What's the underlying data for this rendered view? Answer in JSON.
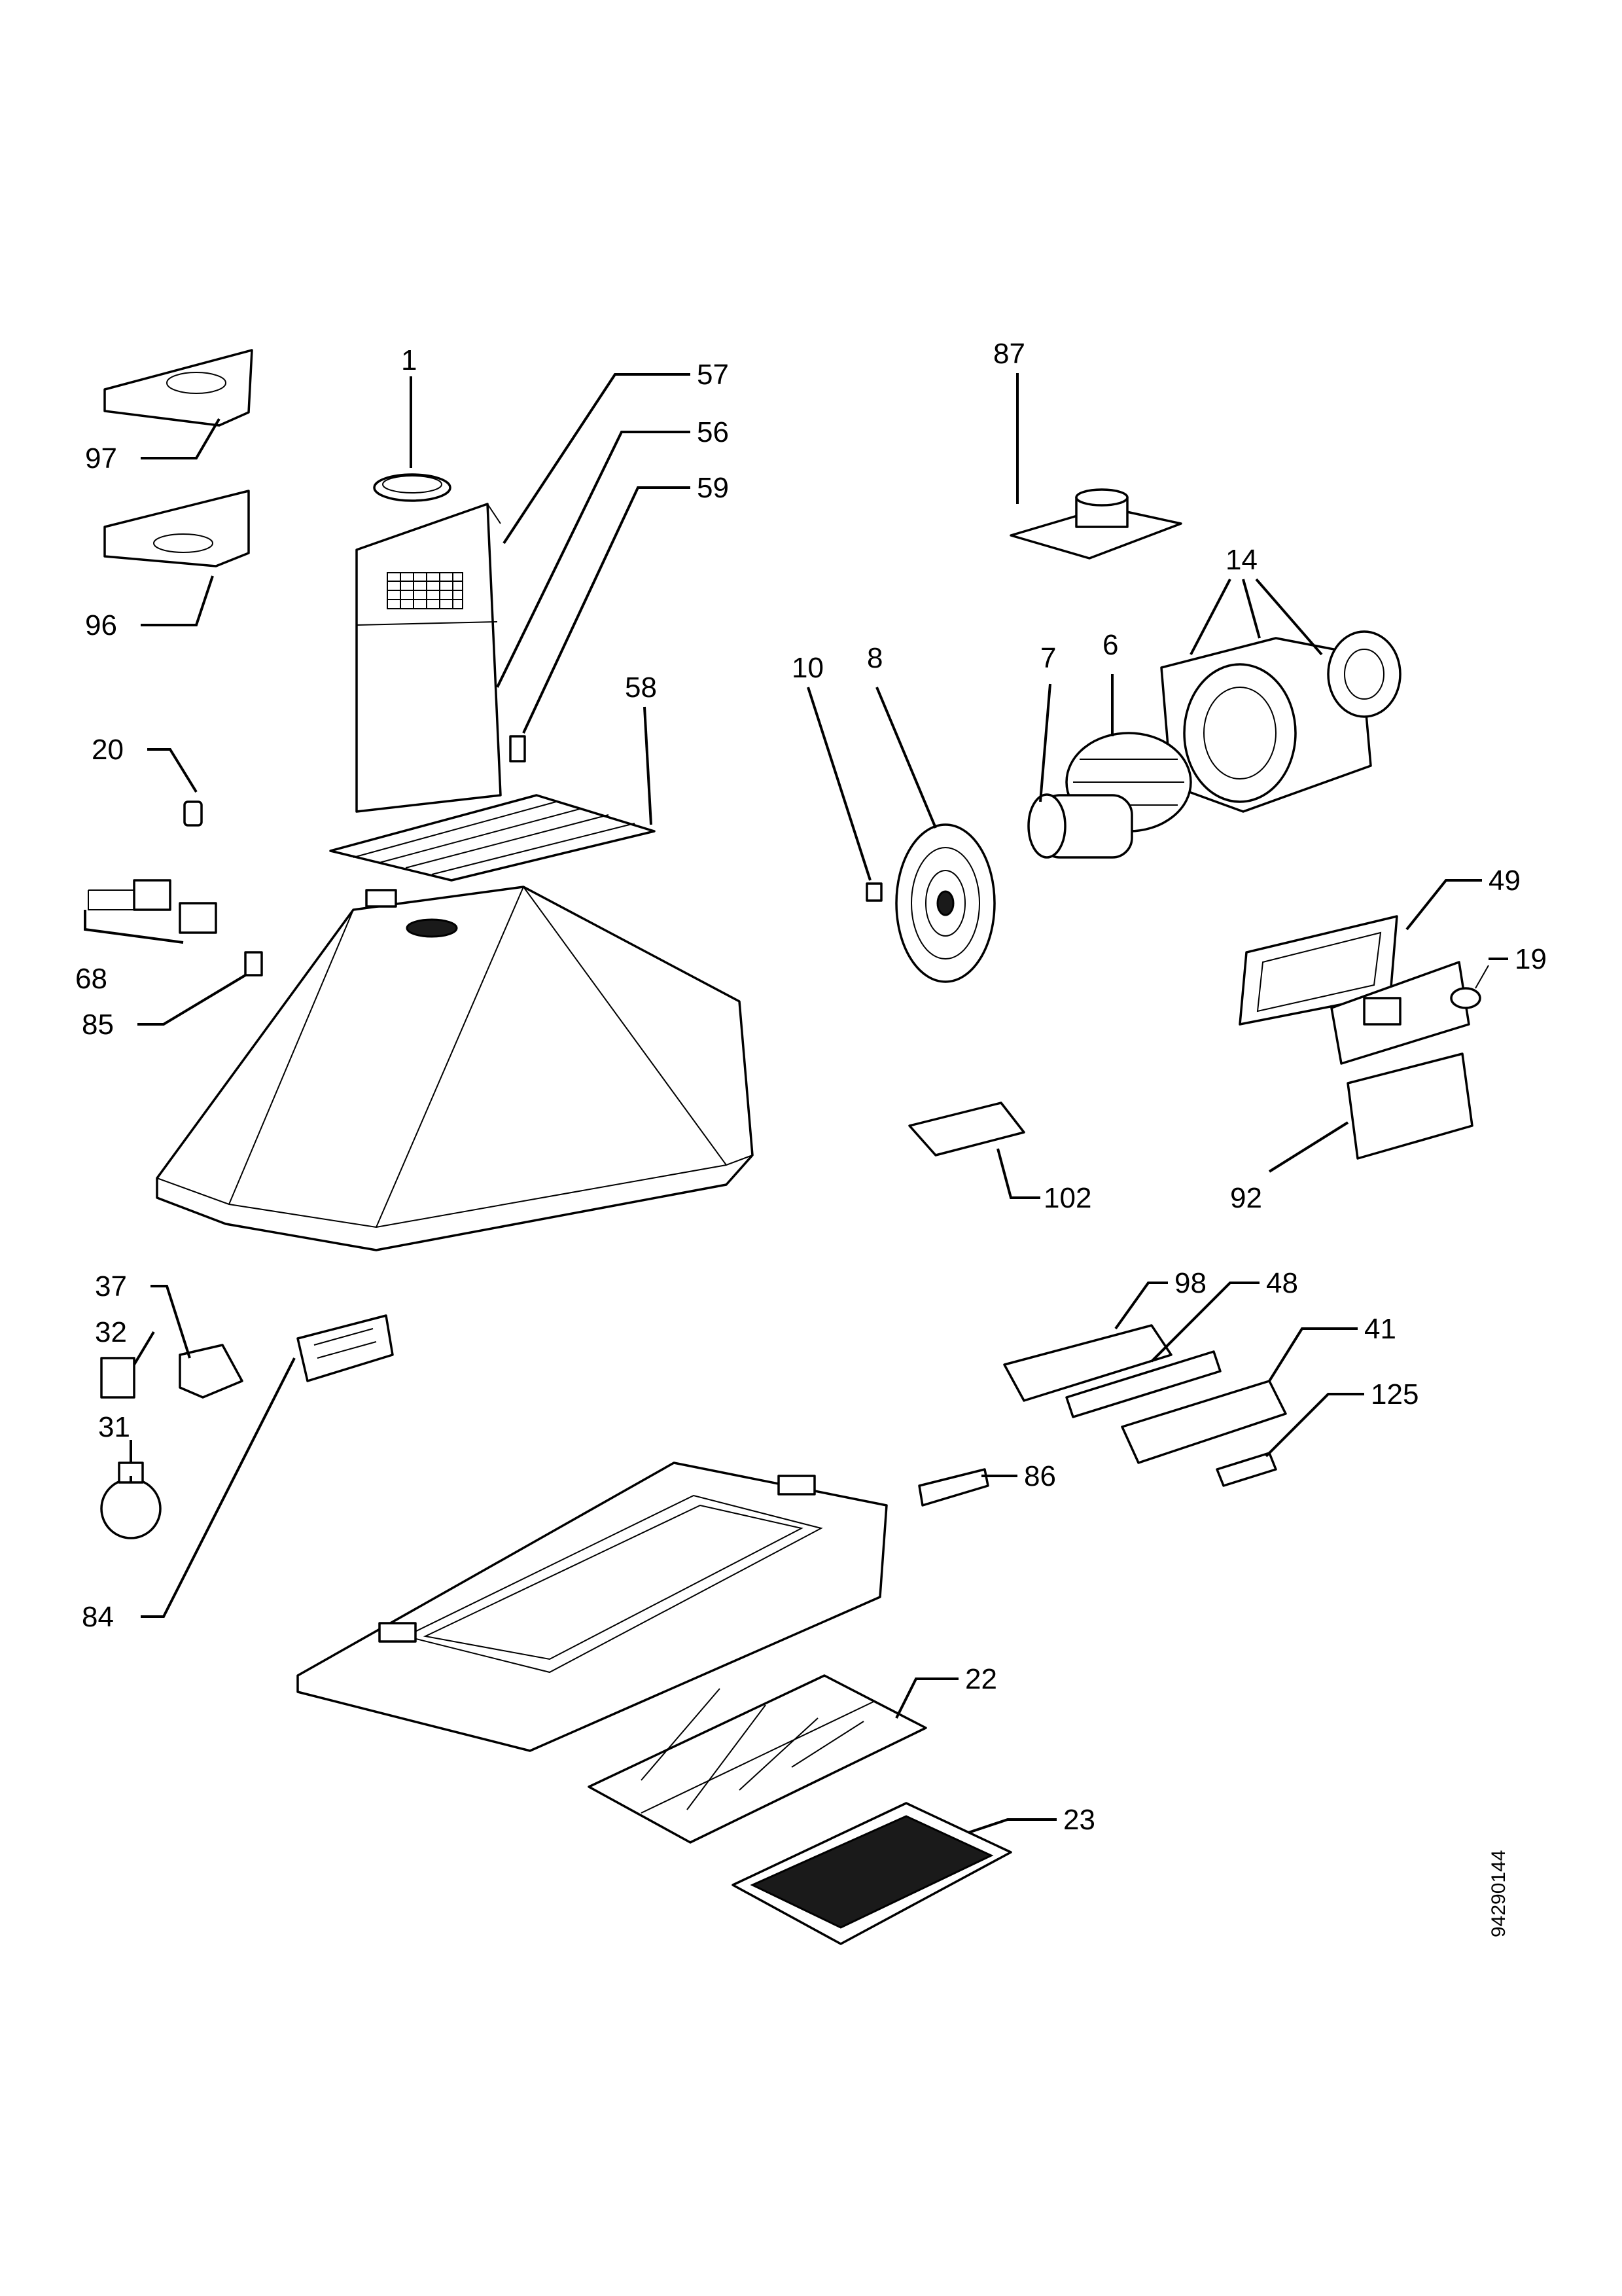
{
  "document_id": "94290144",
  "part_labels": {
    "p1": "1",
    "p57": "57",
    "p56": "56",
    "p59": "59",
    "p97": "97",
    "p96": "96",
    "p20": "20",
    "p58": "58",
    "p68": "68",
    "p85": "85",
    "p87": "87",
    "p14": "14",
    "p10": "10",
    "p8": "8",
    "p7": "7",
    "p6": "6",
    "p49": "49",
    "p19": "19",
    "p92": "92",
    "p102": "102",
    "p37": "37",
    "p32": "32",
    "p31": "31",
    "p84": "84",
    "p98": "98",
    "p48": "48",
    "p41": "41",
    "p125": "125",
    "p86": "86",
    "p22": "22",
    "p23": "23"
  }
}
